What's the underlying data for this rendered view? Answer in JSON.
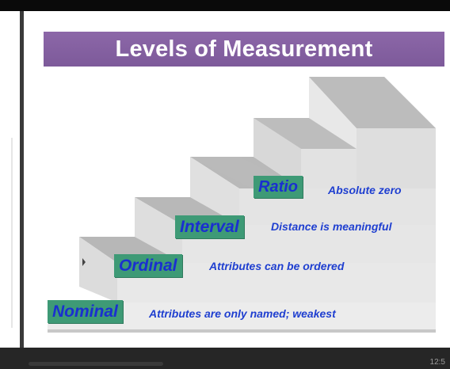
{
  "slide": {
    "title": "Levels of Measurement",
    "levels": [
      {
        "label": "Ratio",
        "description": "Absolute zero"
      },
      {
        "label": "Interval",
        "description": "Distance is meaningful"
      },
      {
        "label": "Ordinal",
        "description": "Attributes can be ordered"
      },
      {
        "label": "Nominal",
        "description": "Attributes are only named; weakest"
      }
    ]
  },
  "player": {
    "clock": "12:5"
  },
  "colors": {
    "title_bg": "#7d5a9a",
    "label_bg": "#3e9a76",
    "text_blue": "#1f3fd0"
  }
}
